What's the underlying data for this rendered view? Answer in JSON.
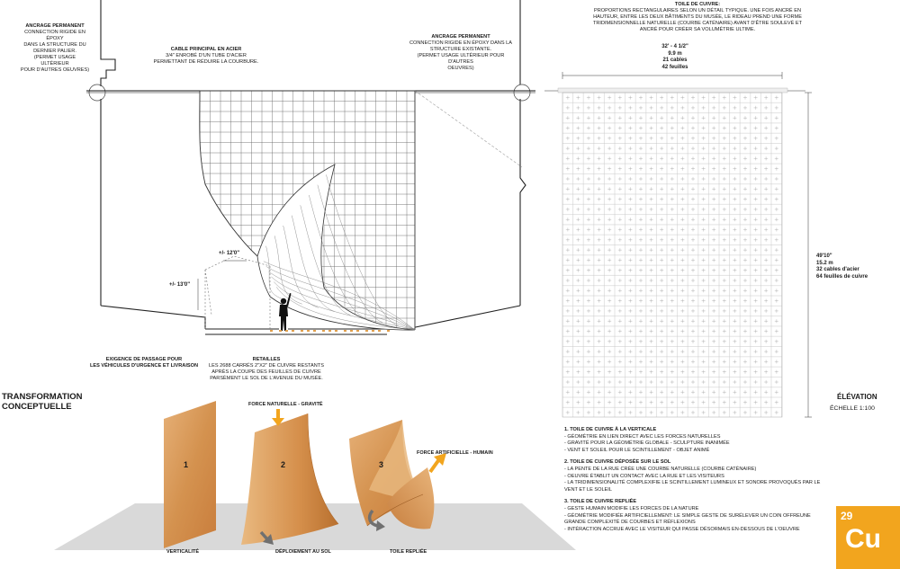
{
  "annotations": {
    "anchor_left": {
      "title": "ANCRAGE PERMANENT",
      "lines": [
        "CONNECTION RIGIDE EN ÉPOXY",
        "DANS LA STRUCTURE DU",
        "DERNIER PALIER.",
        "(PERMET USAGE ULTÉRIEUR",
        "POUR D'AUTRES OEUVRES)"
      ]
    },
    "cable": {
      "title": "CABLE PRINCIPAL EN ACIER",
      "lines": [
        "3/4\" ENROBÉ D'UN TUBE D'ACIER",
        "PERMETTANT DE RÉDUIRE LA COURBURE."
      ]
    },
    "anchor_right": {
      "title": "ANCRAGE PERMANENT",
      "lines": [
        "CONNECTION RIGIDE EN ÉPOXY DANS LA",
        "STRUCTURE EXISTANTE.",
        "(PERMET USAGE ULTÉRIEUR POUR D'AUTRES",
        "OEUVRES)"
      ]
    },
    "toile": {
      "title": "TOILE DE CUIVRE:",
      "lines": [
        "PROPORTIONS RECTANGULAIRES SELON UN DÉTAIL TYPIQUE. UNE FOIS ANCRÉ EN",
        "HAUTEUR, ENTRE LES DEUX BÂTIMENTS DU MUSÉE, LE RIDEAU PREND UNE FORME",
        "TRIDIMENSIONNELLE NATURELLE (COURBE CATÉNAIRE) AVANT D'ÊTRE SOULEVÉ ET",
        "ANCRÉ POUR CRÉER SA VOLUMÉTRIE ULTIME."
      ]
    },
    "width_dims": [
      "32' - 4 1/2\"",
      "9.9 m",
      "21 cables",
      "42 feuilles"
    ],
    "height_dims": [
      "49'10\"",
      "15.2 m",
      "32 cables d'acier",
      "64 feuilles de cuivre"
    ],
    "dim_12": "+/- 12'0\"",
    "dim_13": "+/- 13'0\"",
    "passage": {
      "lines": [
        "EXIGENCE DE PASSAGE POUR",
        "LES VÉHICULES D'URGENCE ET LIVRAISON"
      ]
    },
    "retailles": {
      "title": "RETAILLES",
      "lines": [
        "LES 2688 CARRÉS 2\"x2\" DE CUIVRE RESTANTS",
        "APRÈS LA COUPE DES FEUILLES DE CUIVRE",
        "PARSÈMENT LE SOL DE L'AVENUE DU MUSÉE."
      ]
    }
  },
  "elevation": {
    "title": "ÉLÉVATION",
    "scale": "ÉCHELLE 1:100"
  },
  "transformation": {
    "title_lines": [
      "TRANSFORMATION",
      "CONCEPTUELLE"
    ],
    "panels": [
      "1",
      "2",
      "3"
    ],
    "captions": [
      "VERTICALITÉ",
      "DÉPLOIEMENT AU SOL",
      "TOILE REPLIÉE"
    ],
    "force_gravity": "FORCE NATURELLE - GRAVITÉ",
    "force_human": "FORCE ARTIFICIELLE - HUMAIN"
  },
  "legend": [
    {
      "title": "1. TOILE DE CUIVRE À LA VERTICALE",
      "items": [
        "- GÉOMÉTRIE EN LIEN DIRECT AVEC LES FORCES NATURELLES",
        "- GRAVITÉ POUR LA GÉOMÉTRIE GLOBALE - SCULPTURE INANIMÉE",
        "- VENT ET SOLEIL POUR LE SCINTILLEMENT - OBJET ANIMÉ"
      ]
    },
    {
      "title": "2. TOILE DE CUIVRE DÉPOSÉE SUR LE SOL",
      "items": [
        "- LA PENTE DE LA RUE CRÉE UNE COURBE NATURELLE (COURBE CATÉNAIRE)",
        "- OEUVRE ÉTABLIT UN CONTACT AVEC LA RUE ET LES VISITEURS",
        "- LA TRIDIMENSIONALITÉ COMPLEXIFIE LE SCINTILLEMENT LUMINEUX ET SONORE PROVOQUÉS PAR LE",
        "VENT ET LE SOLEIL"
      ]
    },
    {
      "title": "3. TOILE DE CUIVRE REPLIÉE",
      "items": [
        "- GESTE HUMAIN MODIFIE LES FORCES DE LA NATURE",
        "- GÉOMÉTRIE MODIFIÉE ARTIFICIELLEMENT: LE SIMPLE GESTE DE SURÉLEVER UN COIN OFFREUNE",
        "GRANDE COMPLEXITÉ DE COURBES ET RÉFLEXIONS",
        "- INTÉRACTION ACCRUE AVEC LE VISITEUR QUI PASSE DÉSORMAIS EN-DESSOUS DE L'OEUVRE"
      ]
    }
  ],
  "badge": {
    "number": "29",
    "symbol": "Cu"
  },
  "colors": {
    "copper": "#d28a45",
    "copper_light": "#e3a865",
    "accent": "#f2a51e",
    "arrow_grey": "#707070",
    "ground": "#d8d8d8"
  },
  "icons": [
    "person-silhouette-icon",
    "gravity-arrow-icon",
    "human-force-arrow-icon",
    "rotation-arrow-icon",
    "down-arrow-icon"
  ]
}
